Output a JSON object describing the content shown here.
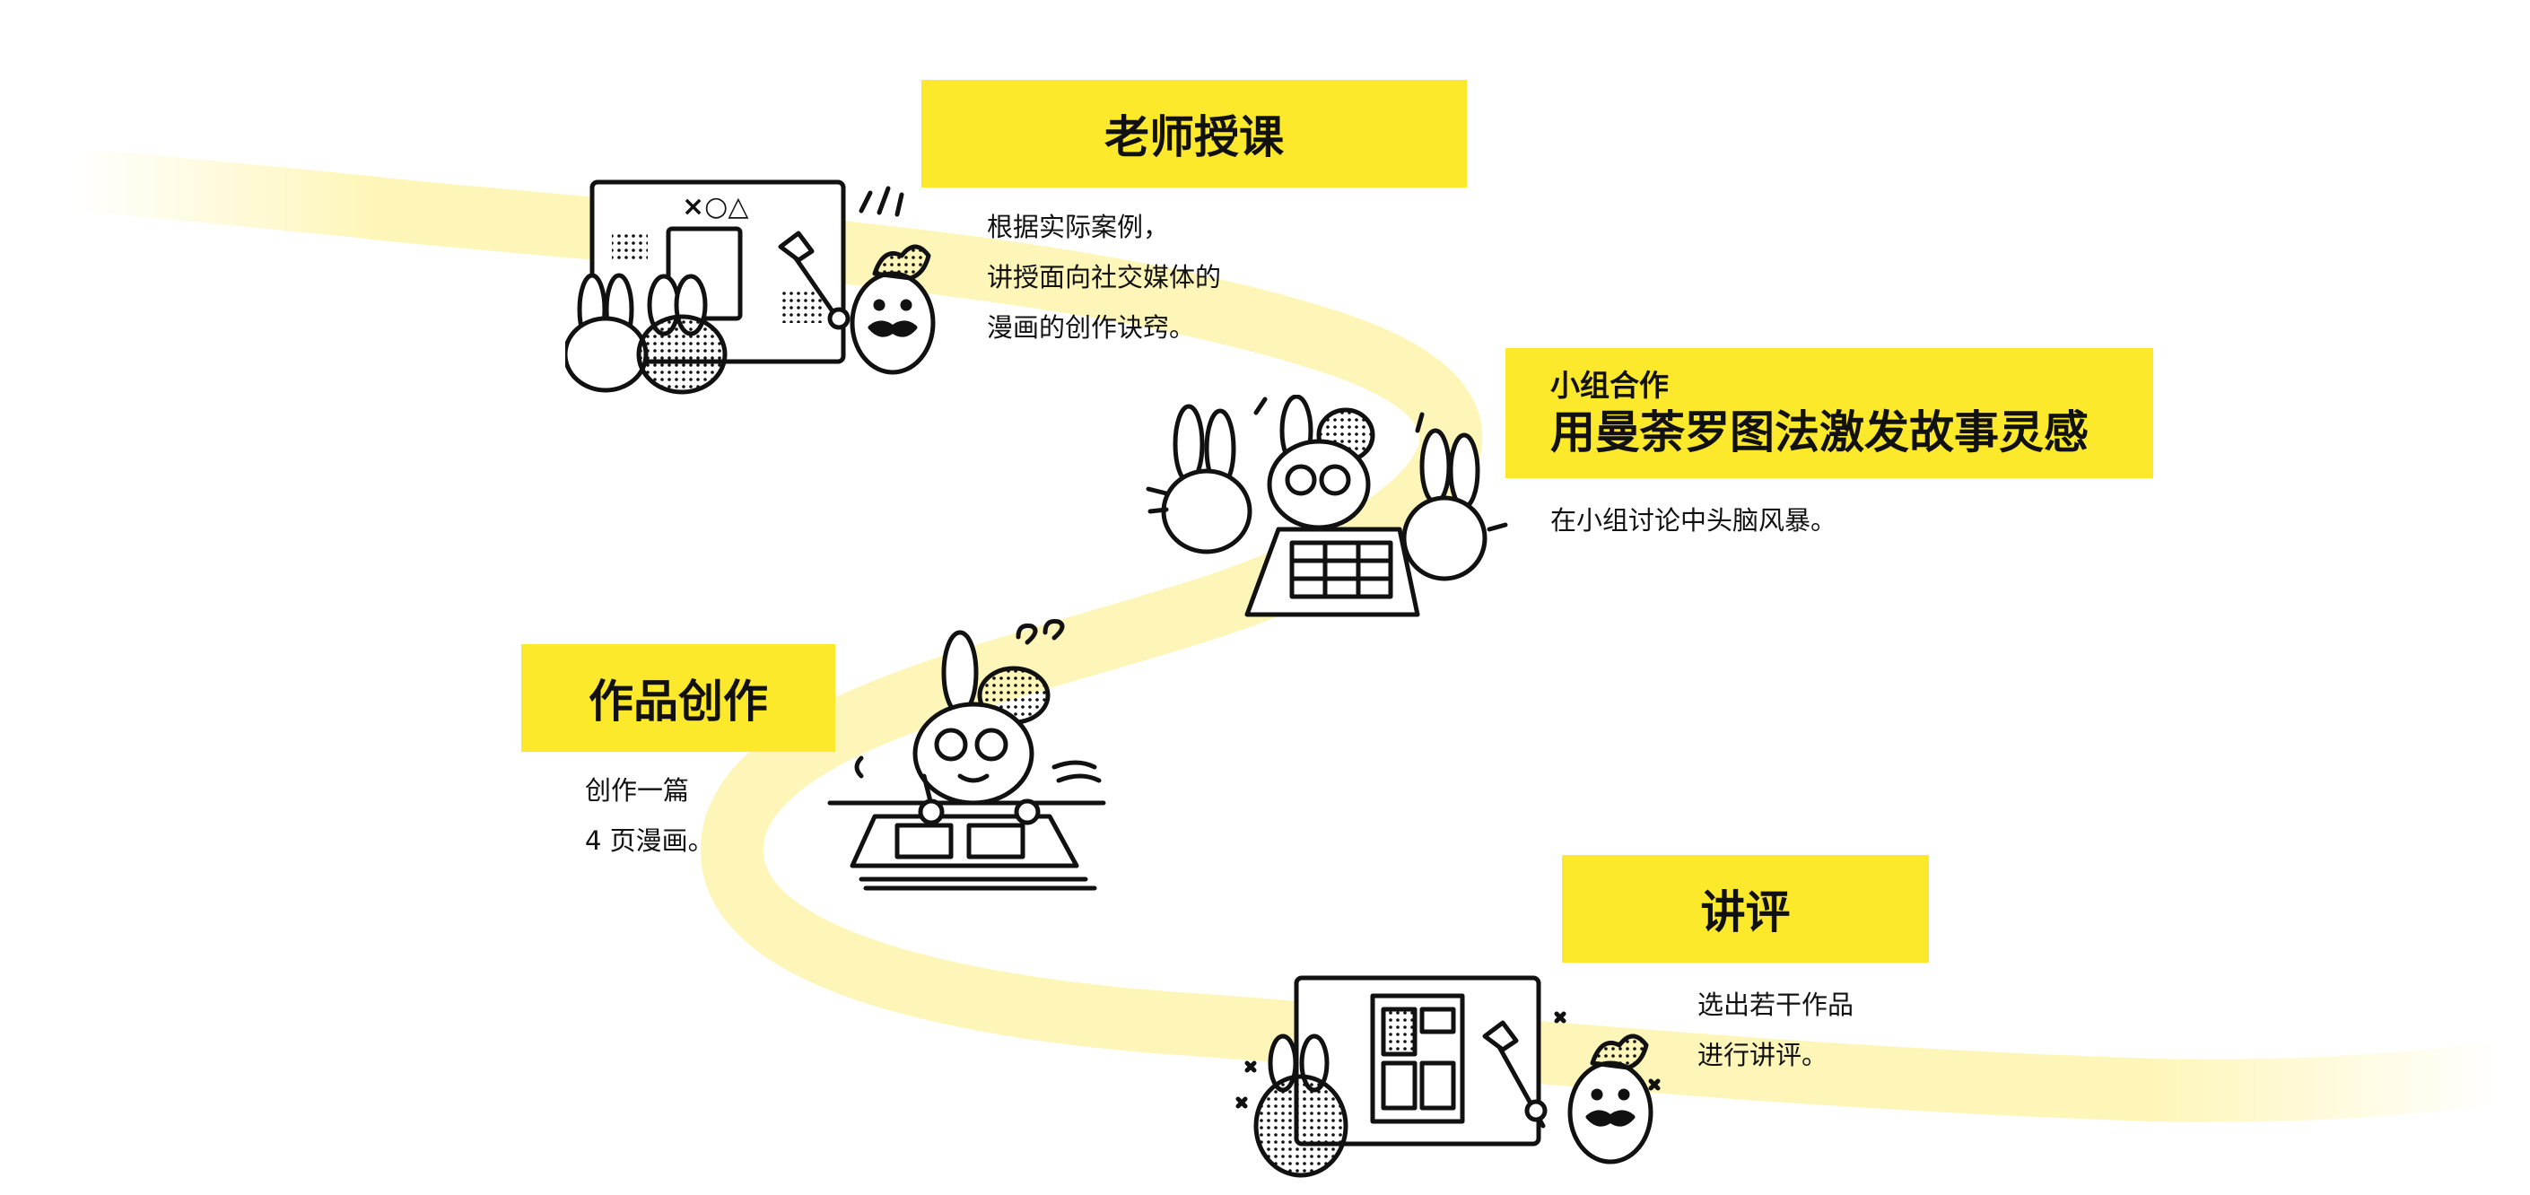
{
  "colors": {
    "road": "#fef6b8",
    "label_bg": "#fde92b",
    "ink": "#111111"
  },
  "steps": [
    {
      "title": "老师授课",
      "lines": [
        "根据实际案例，",
        "讲授面向社交媒体的",
        "漫画的创作诀窍。"
      ]
    },
    {
      "subtitle": "小组合作",
      "title": "用曼荼罗图法激发故事灵感",
      "lines": [
        "在小组讨论中头脑风暴。"
      ]
    },
    {
      "title": "作品创作",
      "lines": [
        "创作一篇",
        "4 页漫画。"
      ]
    },
    {
      "title": "讲评",
      "lines": [
        "选出若干作品",
        "进行讲评。"
      ]
    }
  ],
  "board_symbols": "×○△"
}
